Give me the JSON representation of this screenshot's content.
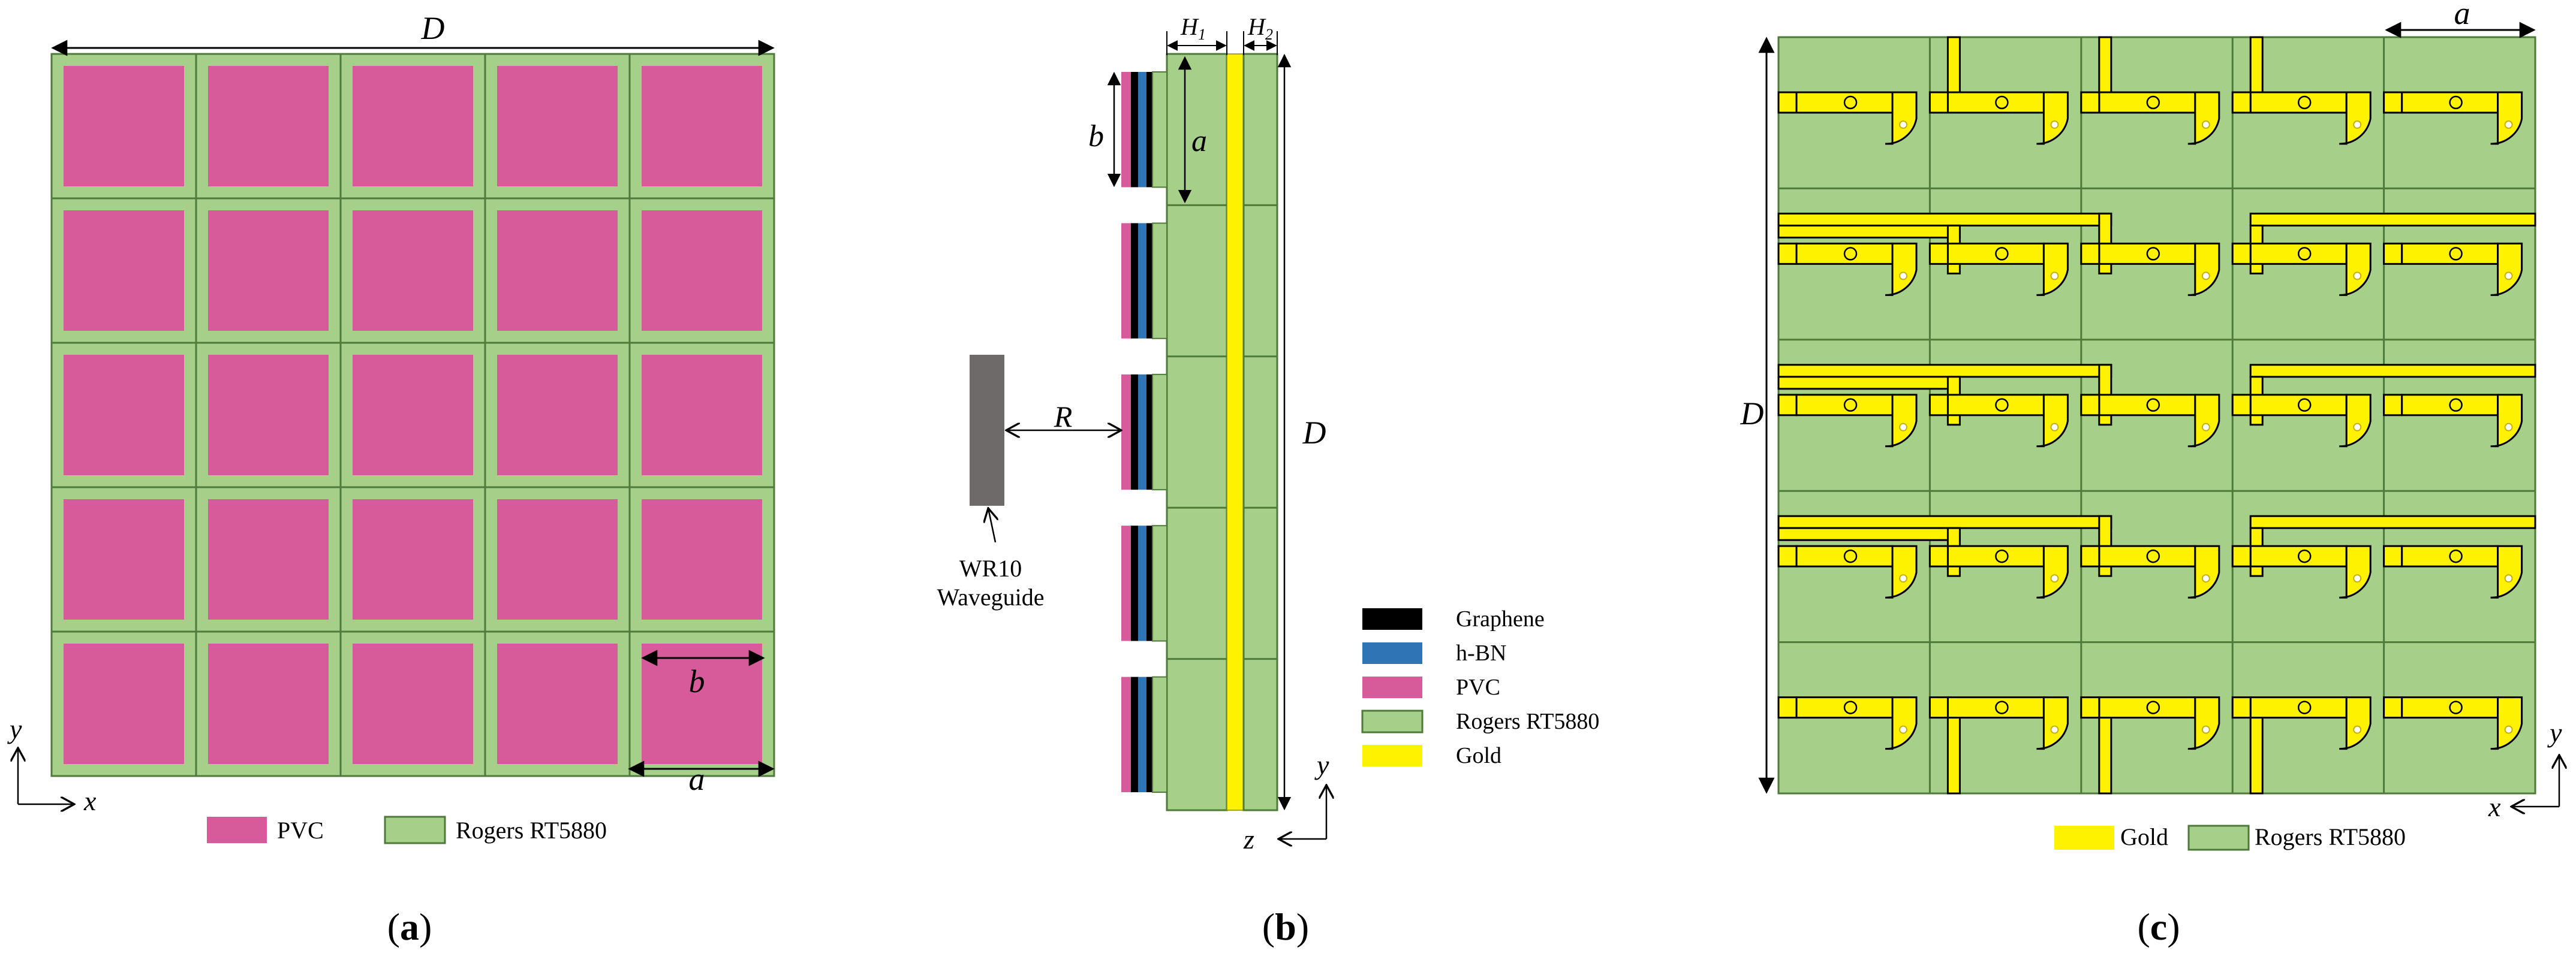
{
  "colors": {
    "pvc": "#D75A9A",
    "rogers": "#A6CF8A",
    "grid_line": "#4E7A3A",
    "gold": "#FFF200",
    "graphene": "#000000",
    "hbn": "#2E75B6",
    "waveguide": "#6E6A6A"
  },
  "panel_a": {
    "grid": {
      "rows": 5,
      "cols": 5
    },
    "dim_D": "D",
    "dim_a": "a",
    "dim_b": "b",
    "axis_x": "x",
    "axis_y": "y",
    "legend": [
      {
        "label": "PVC",
        "color": "#D75A9A"
      },
      {
        "label": "Rogers RT5880",
        "color": "#A6CF8A"
      }
    ],
    "caption_open": "(",
    "caption_letter": "a",
    "caption_close": ")"
  },
  "panel_b": {
    "unit_cells": 5,
    "dim_H1_base": "H",
    "dim_H1_sub": "1",
    "dim_H2_base": "H",
    "dim_H2_sub": "2",
    "dim_a": "a",
    "dim_b": "b",
    "dim_D": "D",
    "dim_R": "R",
    "waveguide_line1": "WR10",
    "waveguide_line2": "Waveguide",
    "axis_y": "y",
    "axis_z": "z",
    "legend": [
      {
        "label": "Graphene",
        "color": "#000000"
      },
      {
        "label": "h-BN",
        "color": "#2E75B6"
      },
      {
        "label": "PVC",
        "color": "#D75A9A"
      },
      {
        "label": "Rogers RT5880",
        "color": "#A6CF8A"
      },
      {
        "label": "Gold",
        "color": "#FFF200"
      }
    ],
    "caption_open": "(",
    "caption_letter": "b",
    "caption_close": ")"
  },
  "panel_c": {
    "grid": {
      "rows": 5,
      "cols": 5
    },
    "dim_a": "a",
    "dim_D": "D",
    "axis_x": "x",
    "axis_y": "y",
    "legend": [
      {
        "label": "Gold",
        "color": "#FFF200"
      },
      {
        "label": "Rogers RT5880",
        "color": "#A6CF8A"
      }
    ],
    "caption_open": "(",
    "caption_letter": "c",
    "caption_close": ")"
  }
}
